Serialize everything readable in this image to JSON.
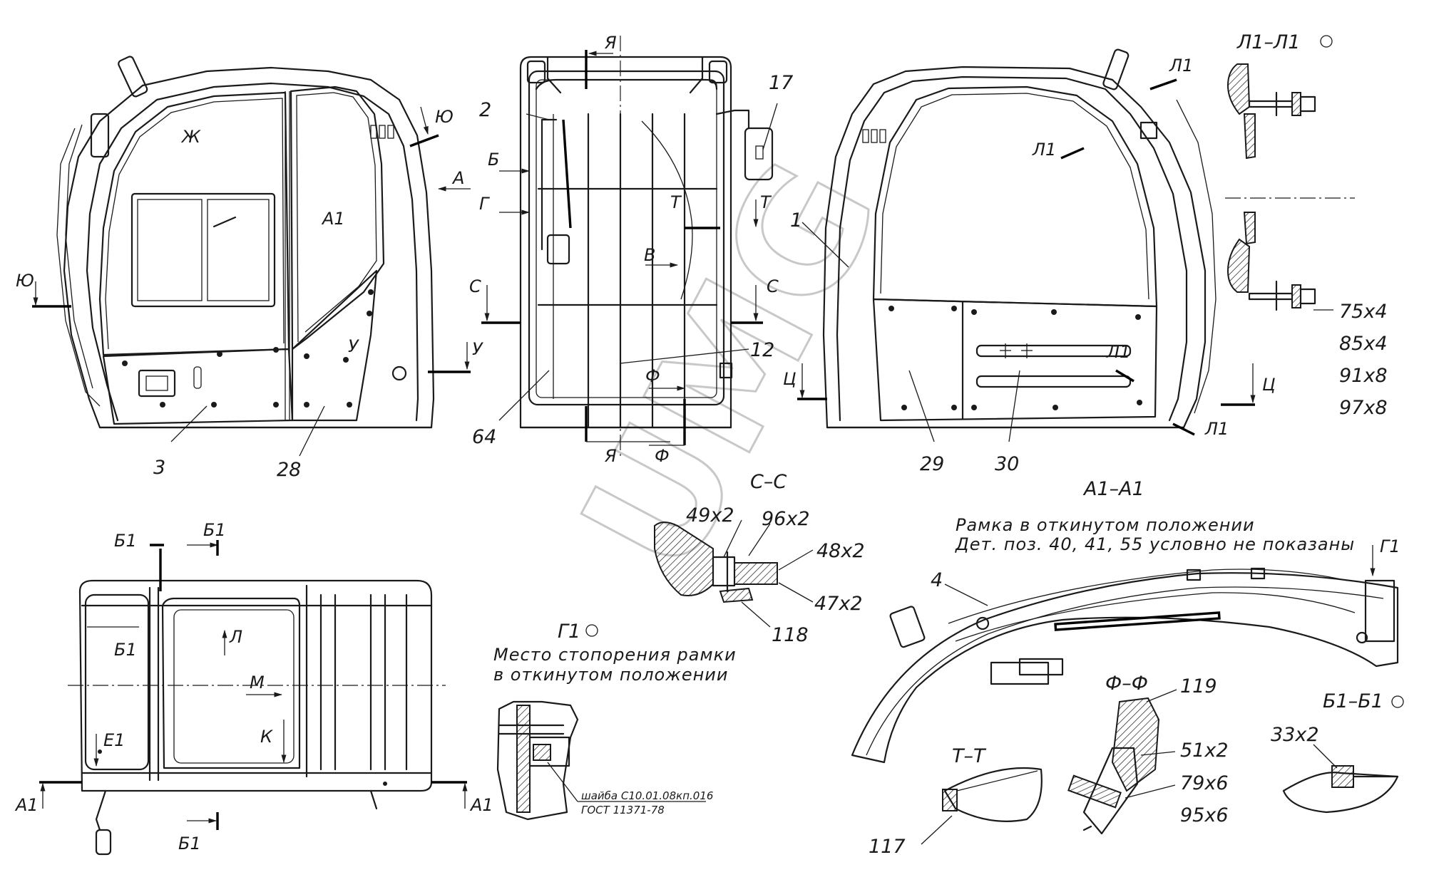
{
  "watermark": "UMG",
  "part_numbers": {
    "p1": "1",
    "p2": "2",
    "p3": "3",
    "p4": "4",
    "p12": "12",
    "p17": "17",
    "p28": "28",
    "p29": "29",
    "p30": "30",
    "p64": "64",
    "p117": "117",
    "p118": "118",
    "p119": "119",
    "p33x2": "33x2",
    "p47x2": "47x2",
    "p48x2": "48x2",
    "p49x2": "49x2",
    "p51x2": "51x2",
    "p79x6": "79x6",
    "p95x6": "95x6",
    "p96x2": "96x2",
    "p75x4": "75x4",
    "p85x4": "85x4",
    "p91x8": "91x8",
    "p97x8": "97x8"
  },
  "view_marks": {
    "yu": "Ю",
    "zh": "Ж",
    "a": "А",
    "a1": "А1",
    "b": "Б",
    "b1": "Б1",
    "g": "Г",
    "g1": "Г1",
    "v": "В",
    "t": "Т",
    "s": "С",
    "u": "У",
    "ya": "Я",
    "f": "Ф",
    "ts": "Ц",
    "l1": "Л1",
    "l": "Л",
    "m": "М",
    "k": "К",
    "e1": "Е1"
  },
  "section_titles": {
    "l1_l1": "Л1–Л1",
    "a1_a1": "А1–А1",
    "s_s": "С–С",
    "t_t": "Т–Т",
    "f_f": "Ф–Ф",
    "b1_b1": "Б1–Б1",
    "g1": "Г1"
  },
  "notes": {
    "frame_line1": "Рамка в откинутом положении",
    "frame_line2": "Дет. поз. 40, 41, 55 условно не показаны",
    "lock_line1": "Место стопорения рамки",
    "lock_line2": "в откинутом положении",
    "washer_line1": "шайба С10.01.08кп.016",
    "washer_line2": "ГОСТ 11371-78"
  }
}
